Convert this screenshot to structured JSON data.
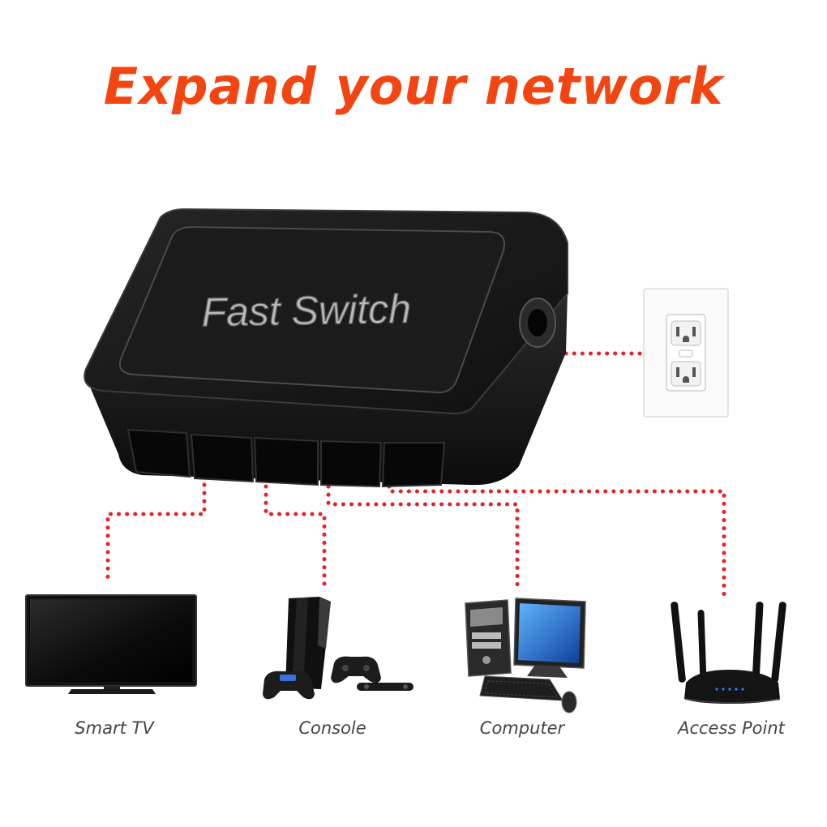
{
  "headline": "Expand your network",
  "switch_brand": "Fast Switch",
  "devices": [
    {
      "label": "Smart TV",
      "icon": "smart-tv-icon"
    },
    {
      "label": "Console",
      "icon": "game-console-icon"
    },
    {
      "label": "Computer",
      "icon": "desktop-computer-icon"
    },
    {
      "label": "Access Point",
      "icon": "wireless-router-icon"
    }
  ],
  "colors": {
    "headline": "#f24512",
    "connection_line": "#e0262b",
    "switch_body": "#151515",
    "label_text": "#444444"
  }
}
